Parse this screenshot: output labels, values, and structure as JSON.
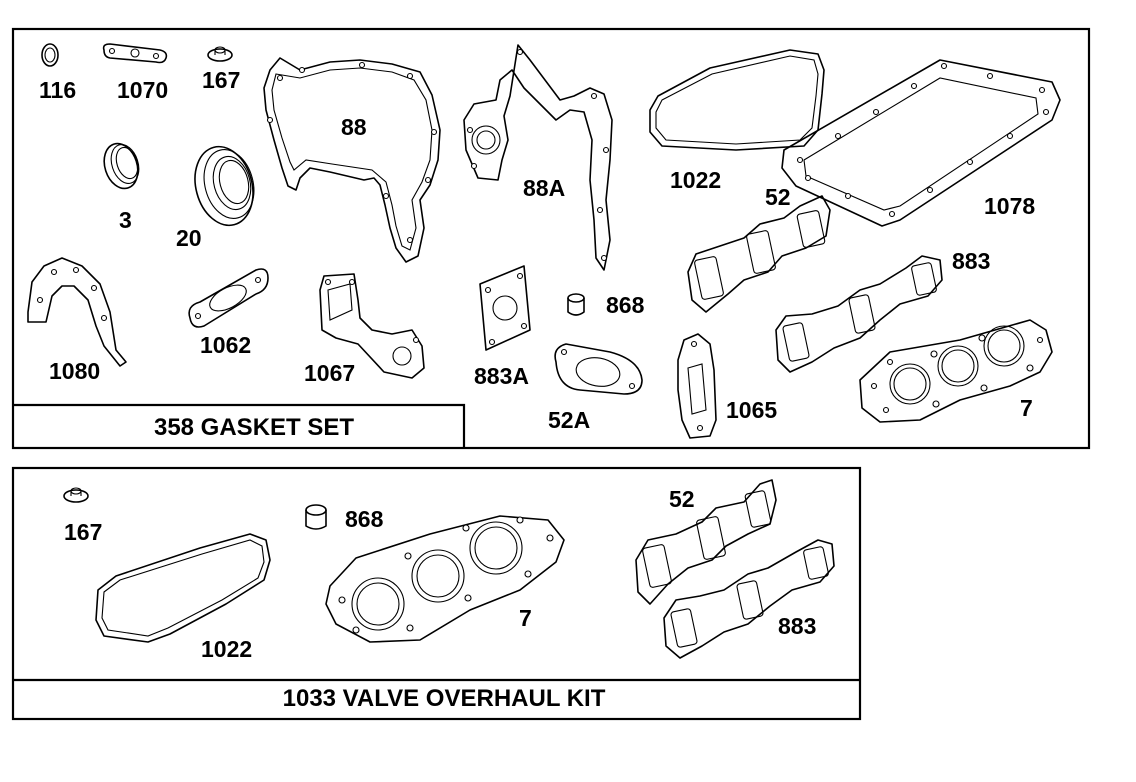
{
  "kits": {
    "gasket_set": {
      "title": "358 GASKET SET",
      "labels": {
        "p116": "116",
        "p1070": "1070",
        "p167": "167",
        "p88": "88",
        "p88A": "88A",
        "p1022": "1022",
        "p52": "52",
        "p1078": "1078",
        "p3": "3",
        "p20": "20",
        "p883": "883",
        "p868": "868",
        "p1080": "1080",
        "p1062": "1062",
        "p1067": "1067",
        "p883A": "883A",
        "p52A": "52A",
        "p1065": "1065",
        "p7": "7"
      }
    },
    "valve_kit": {
      "title": "1033 VALVE OVERHAUL KIT",
      "labels": {
        "p167": "167",
        "p868": "868",
        "p52": "52",
        "p1022": "1022",
        "p7": "7",
        "p883": "883"
      }
    }
  }
}
